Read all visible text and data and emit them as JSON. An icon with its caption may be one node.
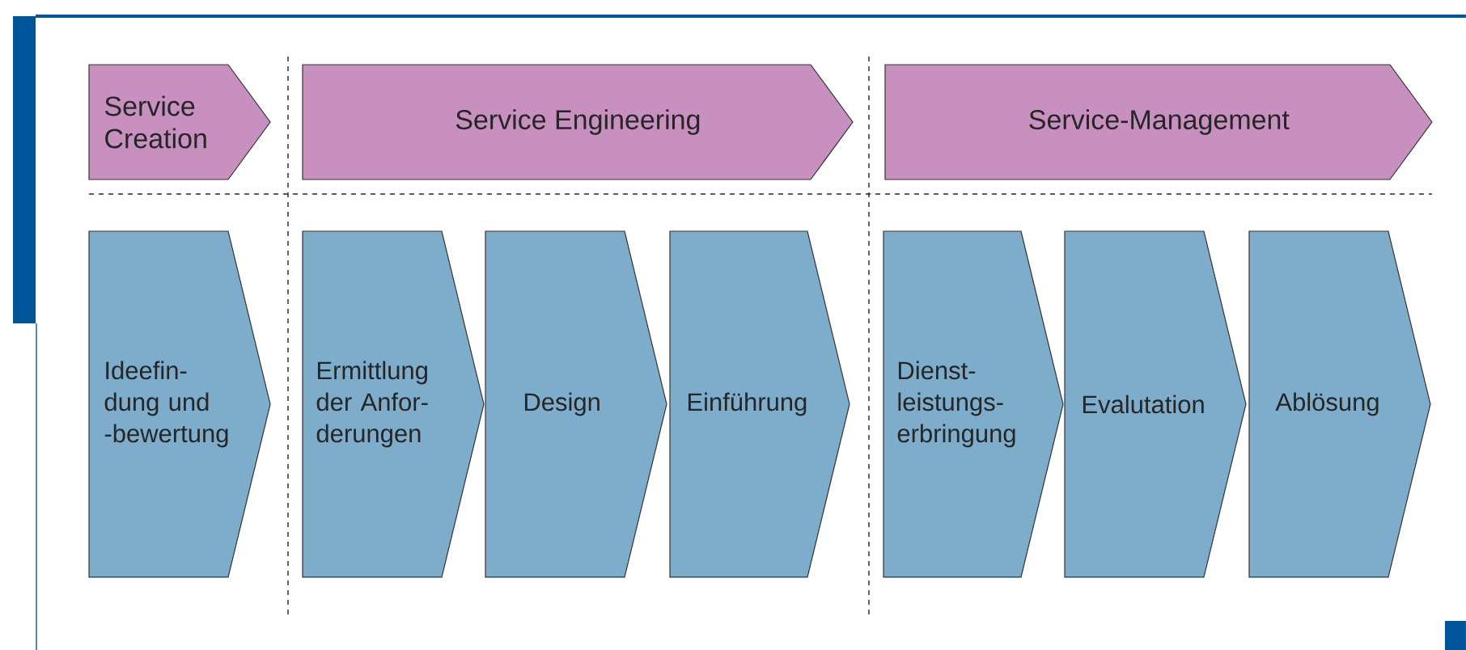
{
  "diagram": {
    "nodes": [
      {
        "text": [
          "Service Creation"
        ]
      },
      {
        "text": [
          "Service Engineering"
        ]
      },
      {
        "text": [
          "Service-Management"
        ]
      },
      {
        "text": [
          "Ideefin- dung und -bewertung"
        ]
      },
      {
        "text": [
          "Ermittlung der Anfor- derungen"
        ]
      },
      {
        "text": [
          "Design"
        ]
      },
      {
        "text": [
          "Einführung"
        ]
      },
      {
        "text": [
          "Dienst- leistungs- erbringung"
        ]
      },
      {
        "text": [
          "Evalutation"
        ]
      },
      {
        "text": [
          "Ablösung"
        ]
      }
    ]
  }
}
